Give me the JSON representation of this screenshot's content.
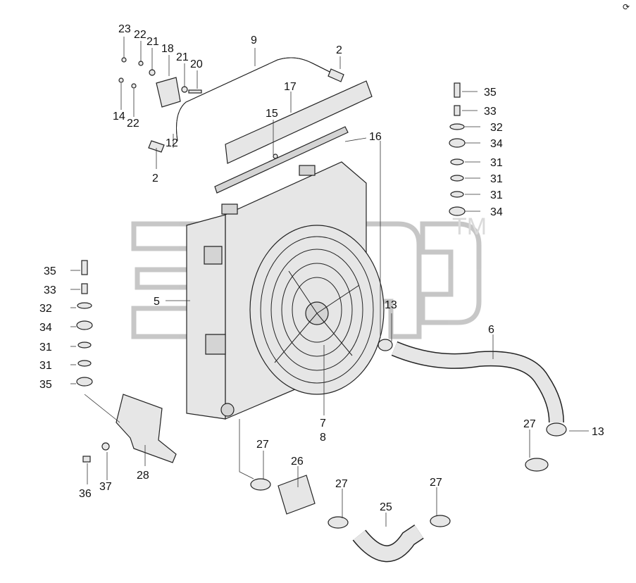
{
  "corner_mark": "⟳",
  "watermark_tm": "TM",
  "callouts": [
    {
      "id": "c23a",
      "text": "23"
    },
    {
      "id": "c22a",
      "text": "22"
    },
    {
      "id": "c21a",
      "text": "21"
    },
    {
      "id": "c18",
      "text": "18"
    },
    {
      "id": "c21b",
      "text": "21"
    },
    {
      "id": "c20",
      "text": "20"
    },
    {
      "id": "c9",
      "text": "9"
    },
    {
      "id": "c2a",
      "text": "2"
    },
    {
      "id": "c17",
      "text": "17"
    },
    {
      "id": "c14",
      "text": "14"
    },
    {
      "id": "c22b",
      "text": "22"
    },
    {
      "id": "c15",
      "text": "15"
    },
    {
      "id": "c16",
      "text": "16"
    },
    {
      "id": "c12",
      "text": "12"
    },
    {
      "id": "c2b",
      "text": "2"
    },
    {
      "id": "c35r",
      "text": "35"
    },
    {
      "id": "c33r",
      "text": "33"
    },
    {
      "id": "c32r",
      "text": "32"
    },
    {
      "id": "c34r",
      "text": "34"
    },
    {
      "id": "c31r1",
      "text": "31"
    },
    {
      "id": "c31r2",
      "text": "31"
    },
    {
      "id": "c31r3",
      "text": "31"
    },
    {
      "id": "c34r2",
      "text": "34"
    },
    {
      "id": "c35l",
      "text": "35"
    },
    {
      "id": "c33l",
      "text": "33"
    },
    {
      "id": "c32l",
      "text": "32"
    },
    {
      "id": "c34l",
      "text": "34"
    },
    {
      "id": "c31l1",
      "text": "31"
    },
    {
      "id": "c31l2",
      "text": "31"
    },
    {
      "id": "c35l2",
      "text": "35"
    },
    {
      "id": "c5",
      "text": "5"
    },
    {
      "id": "c13a",
      "text": "13"
    },
    {
      "id": "c6",
      "text": "6"
    },
    {
      "id": "c7",
      "text": "7"
    },
    {
      "id": "c8",
      "text": "8"
    },
    {
      "id": "c27a",
      "text": "27"
    },
    {
      "id": "c13b",
      "text": "13"
    },
    {
      "id": "c27b",
      "text": "27"
    },
    {
      "id": "c26",
      "text": "26"
    },
    {
      "id": "c27c",
      "text": "27"
    },
    {
      "id": "c27d",
      "text": "27"
    },
    {
      "id": "c25",
      "text": "25"
    },
    {
      "id": "c28",
      "text": "28"
    },
    {
      "id": "c36",
      "text": "36"
    },
    {
      "id": "c37",
      "text": "37"
    }
  ]
}
